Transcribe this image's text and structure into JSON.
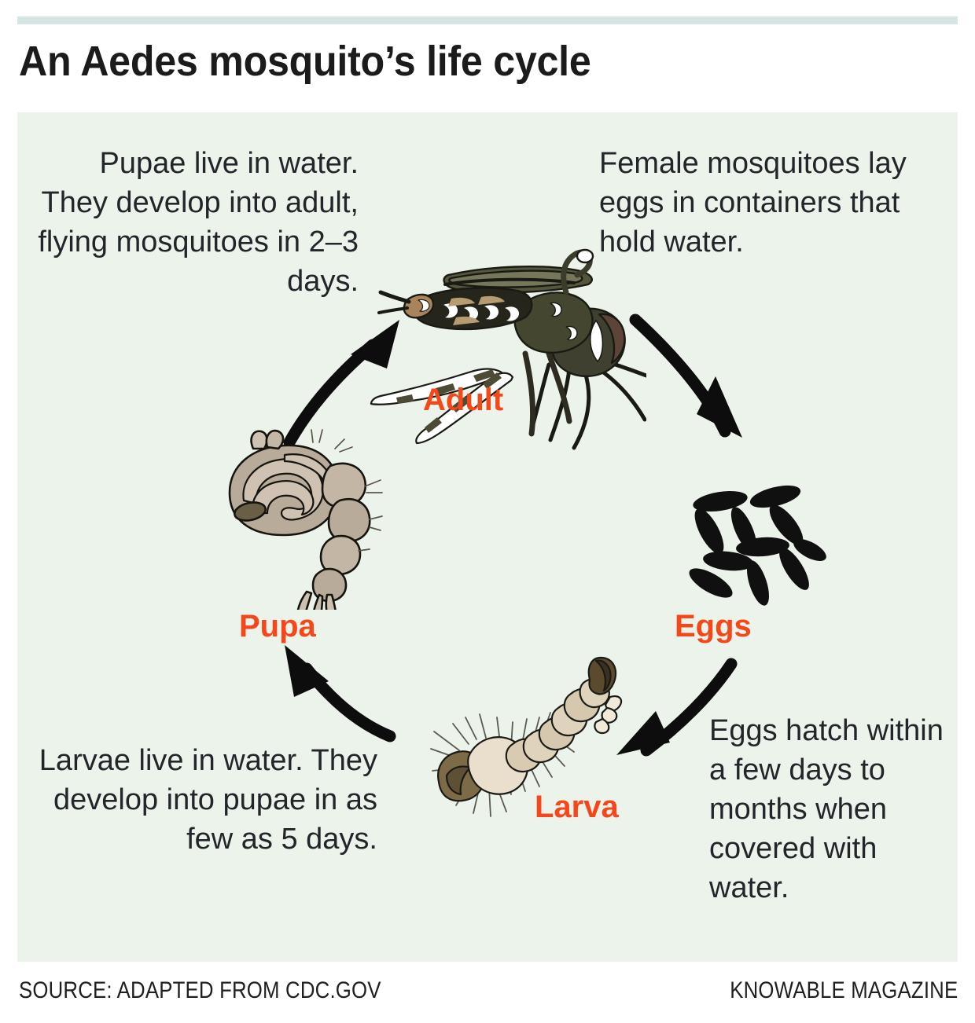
{
  "title": "An Aedes mosquito’s life cycle",
  "colors": {
    "panel_background": "#ecf3ea",
    "top_rule": "#d5e5e3",
    "stage_label": "#f4481a",
    "body_text": "#22262b",
    "arrow": "#111111"
  },
  "captions": {
    "pupa": "Pupae live in water. They develop into adult, flying mosquitoes in 2–3 days.",
    "eggs_lay": "Female mosquitoes lay eggs in containers that hold water.",
    "eggs_hatch": "Eggs hatch within a few days to months when covered with water.",
    "larvae": "Larvae live in water. They develop into pupae in as few as 5 days."
  },
  "stages": [
    {
      "id": "adult",
      "label": "Adult"
    },
    {
      "id": "eggs",
      "label": "Eggs"
    },
    {
      "id": "larva",
      "label": "Larva"
    },
    {
      "id": "pupa",
      "label": "Pupa"
    }
  ],
  "diagram": {
    "cycle_order": [
      "Adult",
      "Eggs",
      "Larva",
      "Pupa"
    ],
    "arrow_count": 4,
    "egg_count": 11
  },
  "footer": {
    "source": "SOURCE: ADAPTED FROM CDC.GOV",
    "brand": "KNOWABLE MAGAZINE"
  }
}
